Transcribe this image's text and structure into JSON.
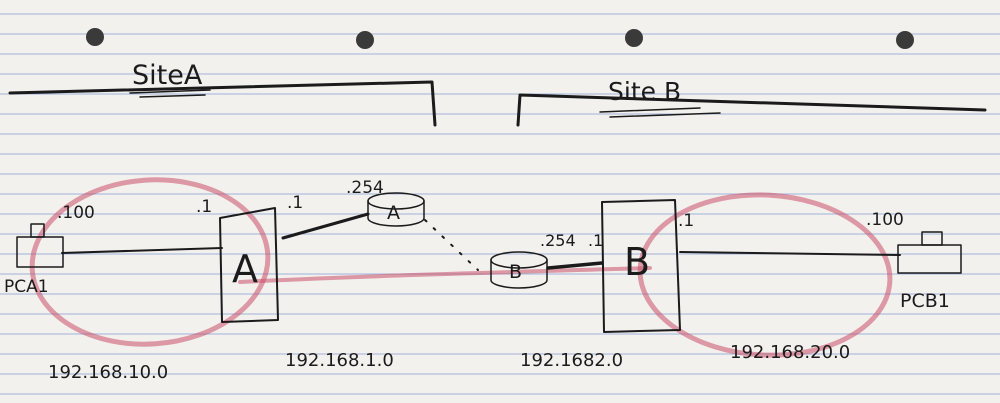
{
  "sites": {
    "a": {
      "label": "SiteA"
    },
    "b": {
      "label": "Site B"
    }
  },
  "devices": {
    "pc_a1": {
      "label": "PCA1",
      "ip": ".100"
    },
    "pc_b1": {
      "label": "PCB1",
      "ip": ".100"
    },
    "firewall_a": {
      "label": "A",
      "inside_ip": ".1",
      "outside_ip": ".1"
    },
    "firewall_b": {
      "label": "B",
      "outside_ip": ".1",
      "inside_ip": ".1"
    },
    "router_a": {
      "label": "A",
      "ip": ".254"
    },
    "router_b": {
      "label": "B",
      "ip": ".254"
    }
  },
  "networks": {
    "lan_a": "192.168.10.0",
    "link_a": "192.168.1.0",
    "link_b": "192.1682.0",
    "lan_b": "192.168.20.0"
  },
  "colors": {
    "paper": "#f3f1ee",
    "rule_line": "#9fb3d9",
    "margin_line": "#e8a3a3",
    "ink": "#1b1b1b",
    "highlight": "#c94f6a"
  }
}
